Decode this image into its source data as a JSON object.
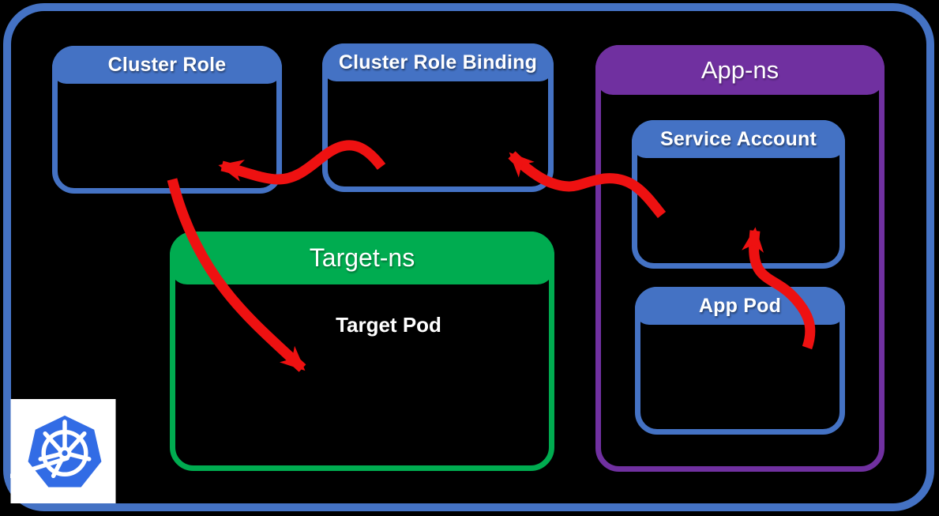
{
  "colors": {
    "box-blue": "#4472C4",
    "ns-purple": "#7030A0",
    "ns-green": "#00AC50",
    "arrow-red": "#EE1111",
    "k8s-blue": "#326CE5",
    "label-white": "#FFFFFF",
    "background": "#000000"
  },
  "nodes": {
    "cluster_role": {
      "label": "Cluster Role"
    },
    "cluster_role_binding": {
      "label": "Cluster Role Binding"
    },
    "app_ns": {
      "label": "App-ns"
    },
    "service_account": {
      "label": "Service Account"
    },
    "app_pod": {
      "label": "App Pod"
    },
    "target_ns": {
      "label": "Target-ns"
    },
    "target_pod": {
      "label": "Target Pod"
    }
  },
  "arrows": [
    {
      "from": "cluster_role_binding",
      "to": "cluster_role"
    },
    {
      "from": "cluster_role",
      "to": "target_pod"
    },
    {
      "from": "service_account",
      "to": "cluster_role_binding"
    },
    {
      "from": "app_pod",
      "to": "service_account"
    }
  ],
  "icons": {
    "kubernetes_logo": "kubernetes-helm-wheel"
  }
}
